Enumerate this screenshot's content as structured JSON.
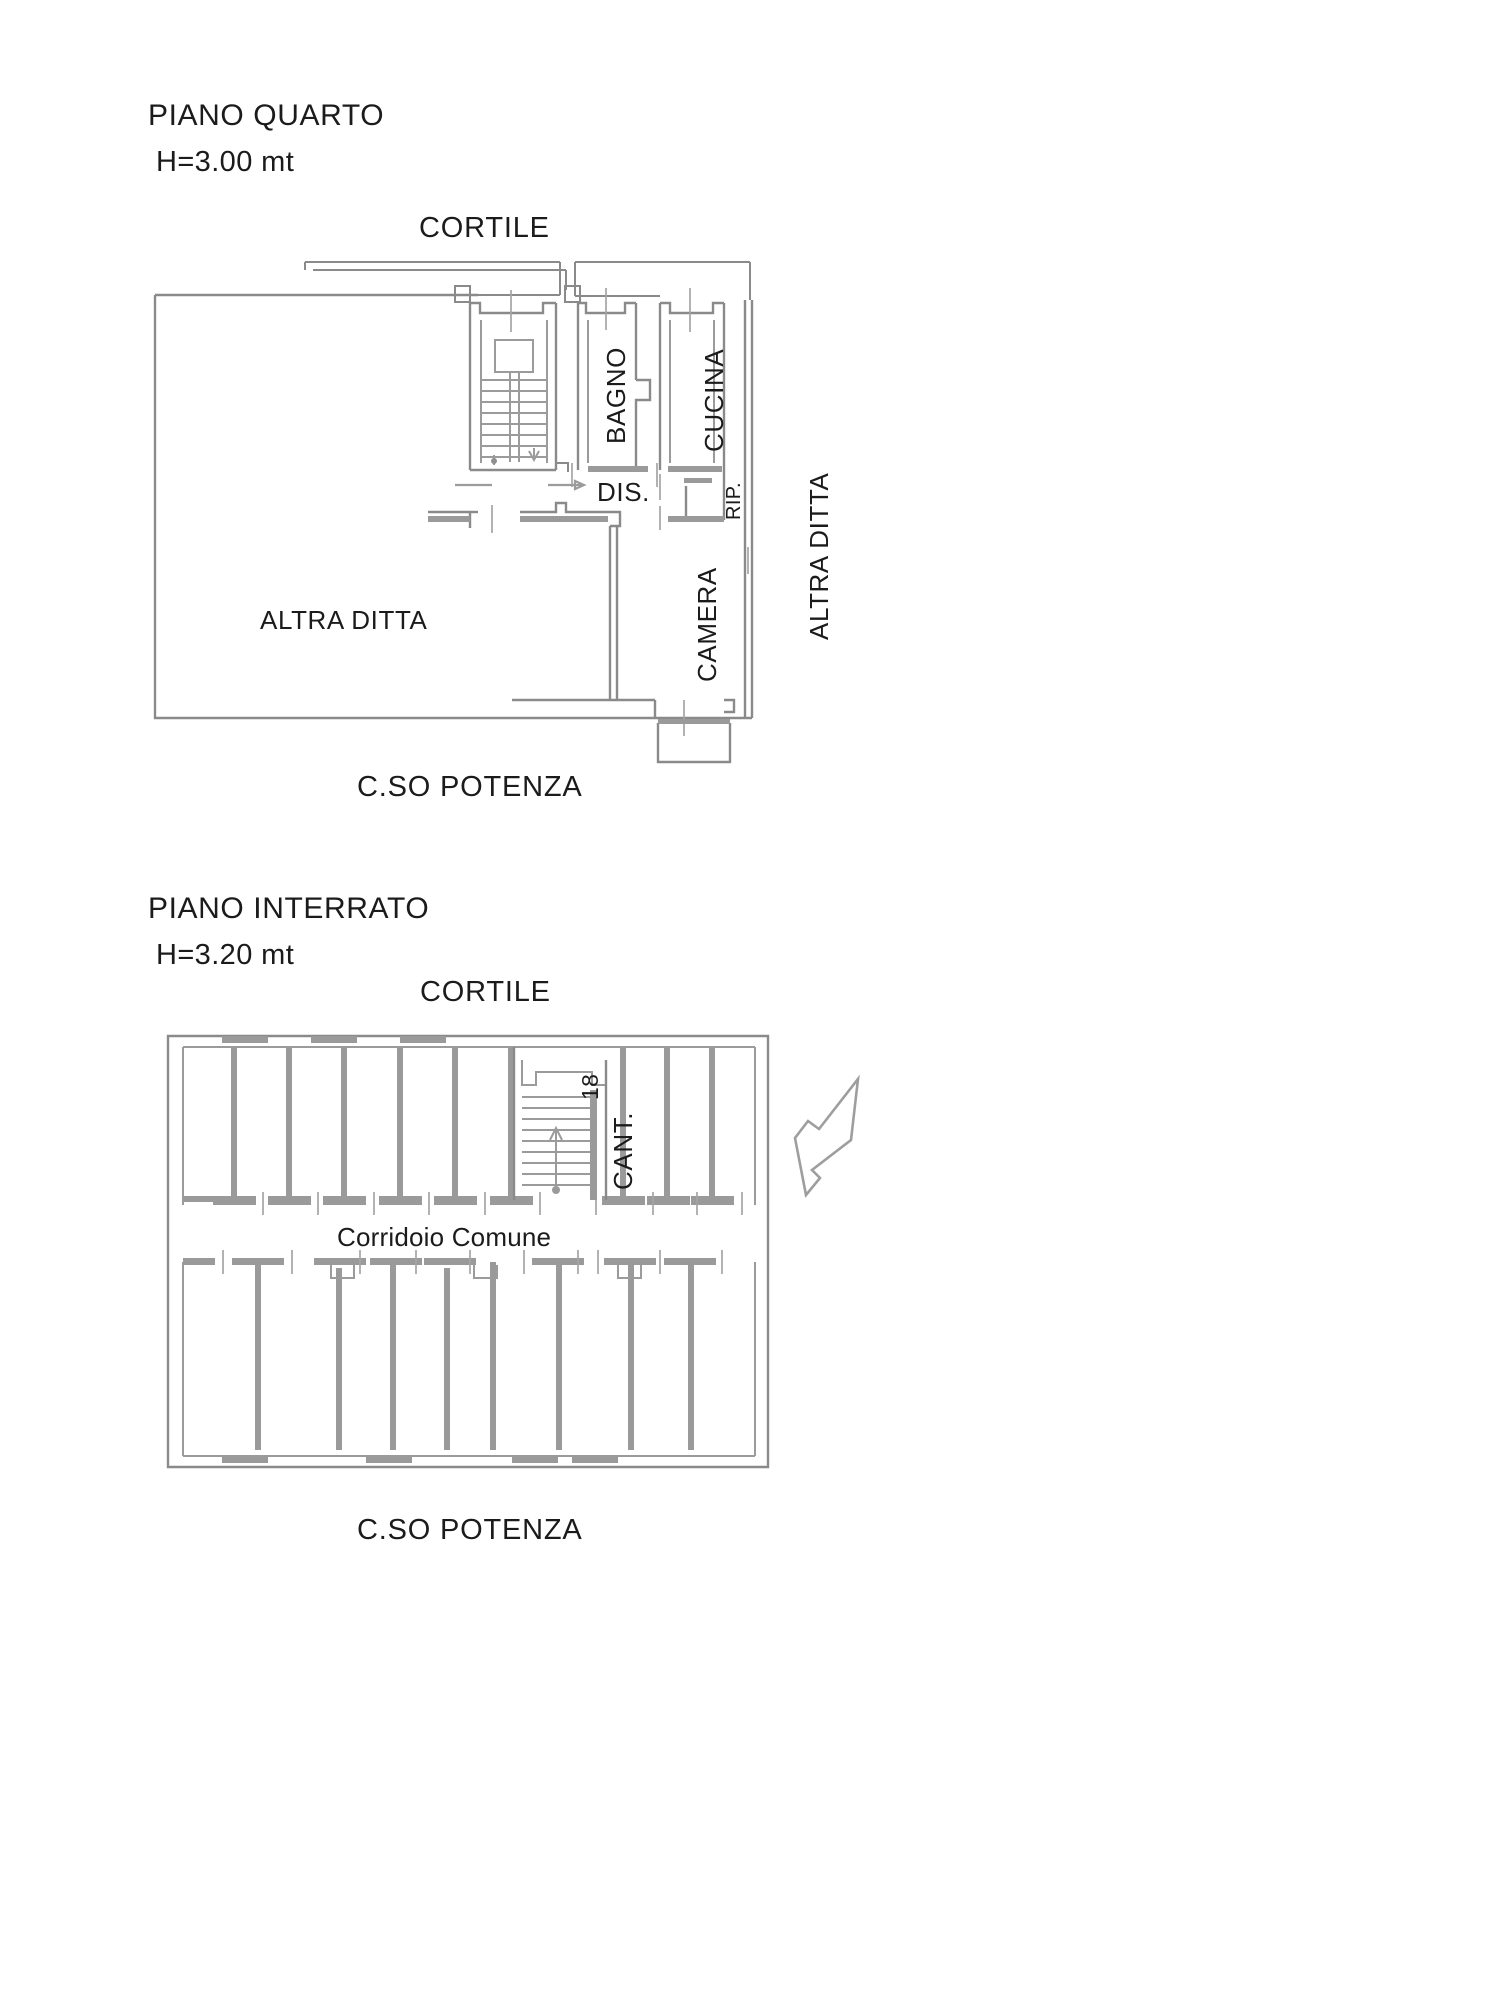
{
  "document": {
    "kind": "planimetria-catastale",
    "background_color": "#ffffff",
    "line_color": "#8a8a8a",
    "text_color": "#1b1b1b"
  },
  "upper_plan": {
    "title": "PIANO QUARTO",
    "height_note": "H=3.00 mt",
    "label_top": "CORTILE",
    "label_bottom": "C.SO POTENZA",
    "label_right": "ALTRA DITTA",
    "label_area": "ALTRA DITTA",
    "rooms": [
      {
        "name": "BAGNO",
        "orientation": "vertical"
      },
      {
        "name": "CUCINA",
        "orientation": "vertical"
      },
      {
        "name": "DIS.",
        "orientation": "horizontal"
      },
      {
        "name": "RIP.",
        "orientation": "vertical"
      },
      {
        "name": "CAMERA",
        "orientation": "vertical"
      }
    ]
  },
  "north_arrow": {
    "name": "north-arrow",
    "direction": "up-right"
  },
  "lower_plan": {
    "title": "PIANO INTERRATO",
    "height_note": "H=3.20 mt",
    "label_top": "CORTILE",
    "label_bottom": "C.SO POTENZA",
    "corridor_label": "Corridoio Comune",
    "cellar_label": "CANT.",
    "cellar_number": "18"
  }
}
